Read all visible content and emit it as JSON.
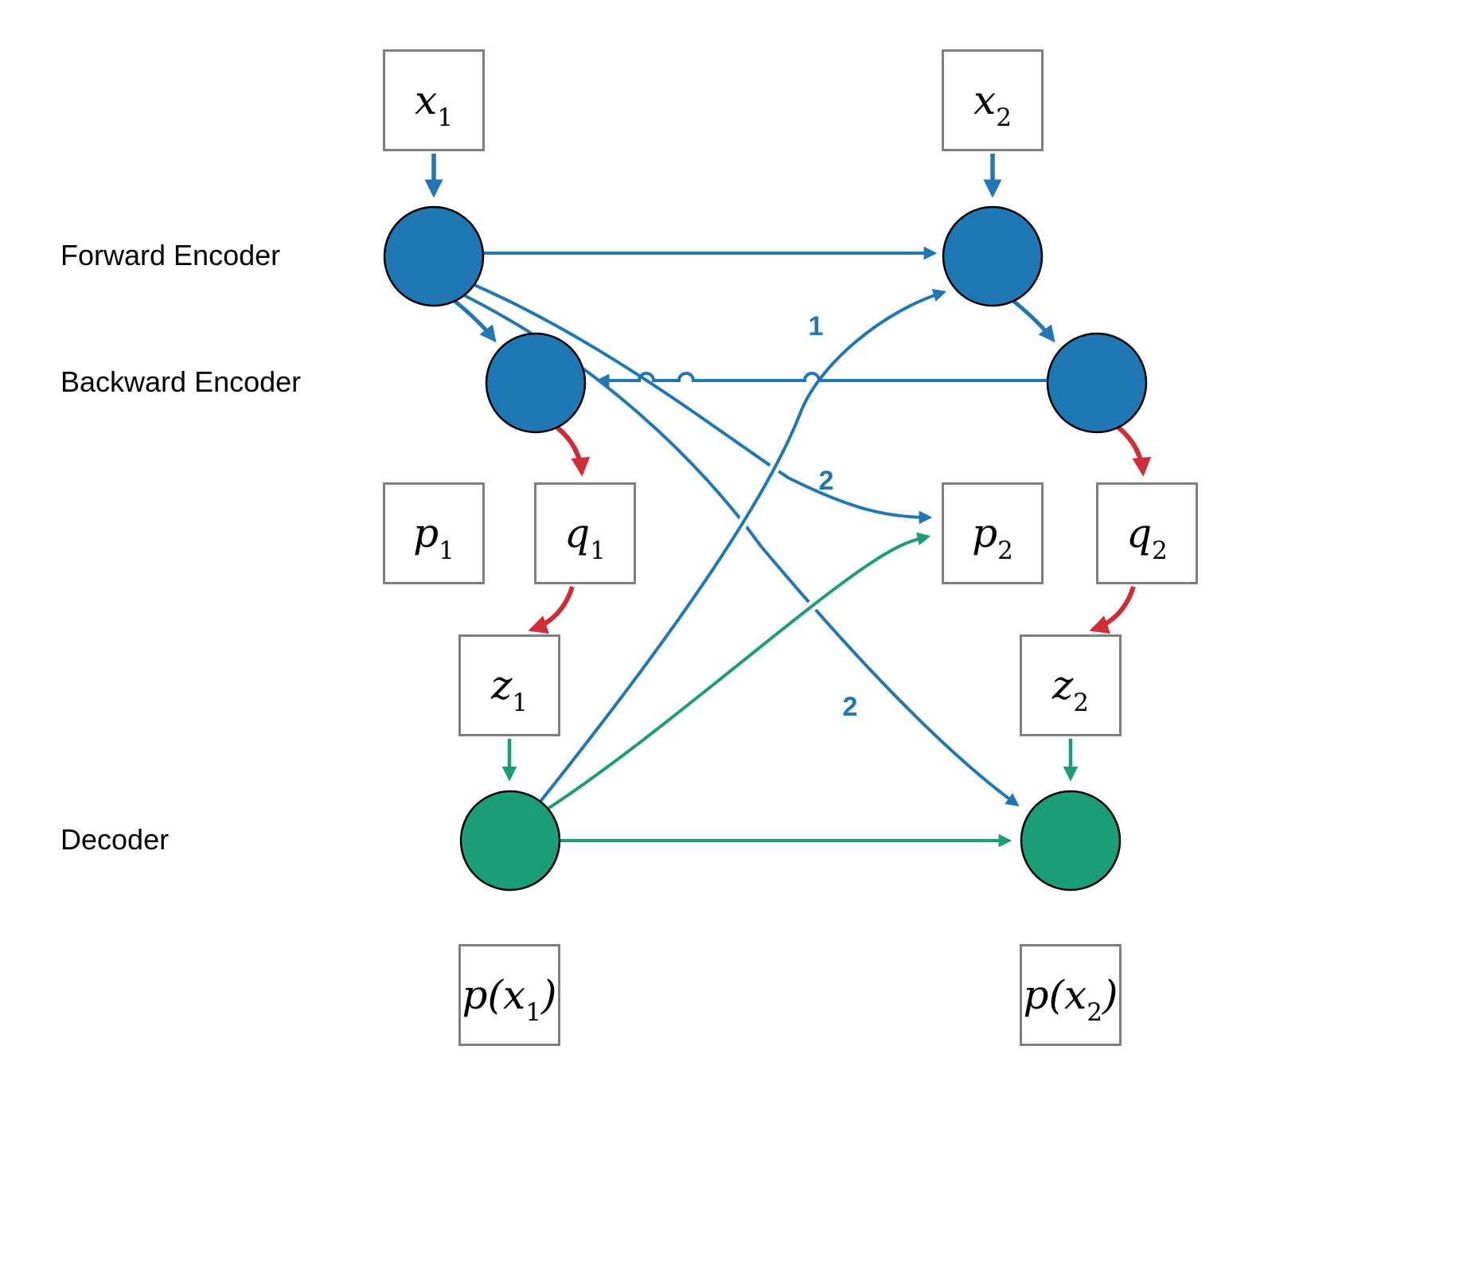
{
  "colors": {
    "blue": "#1f77b4",
    "green": "#1b9e77",
    "red": "#cf2e36",
    "box_border": "#7f7f7f",
    "background": "#ffffff"
  },
  "row_labels": {
    "forward_encoder": "Forward Encoder",
    "backward_encoder": "Backward Encoder",
    "decoder": "Decoder"
  },
  "nodes": {
    "x1": {
      "pre": "x",
      "sub": "1",
      "post": ""
    },
    "x2": {
      "pre": "x",
      "sub": "2",
      "post": ""
    },
    "p1": {
      "pre": "p",
      "sub": "1",
      "post": ""
    },
    "q1": {
      "pre": "q",
      "sub": "1",
      "post": ""
    },
    "p2": {
      "pre": "p",
      "sub": "2",
      "post": ""
    },
    "q2": {
      "pre": "q",
      "sub": "2",
      "post": ""
    },
    "z1": {
      "pre": "z",
      "sub": "1",
      "post": ""
    },
    "z2": {
      "pre": "z",
      "sub": "2",
      "post": ""
    },
    "px1": {
      "pre": "p(x",
      "sub": "1",
      "post": ")"
    },
    "px2": {
      "pre": "p(x",
      "sub": "2",
      "post": ")"
    }
  },
  "edge_labels": {
    "step1": "1",
    "step2_prior": "2",
    "step2_decoder": "2"
  }
}
